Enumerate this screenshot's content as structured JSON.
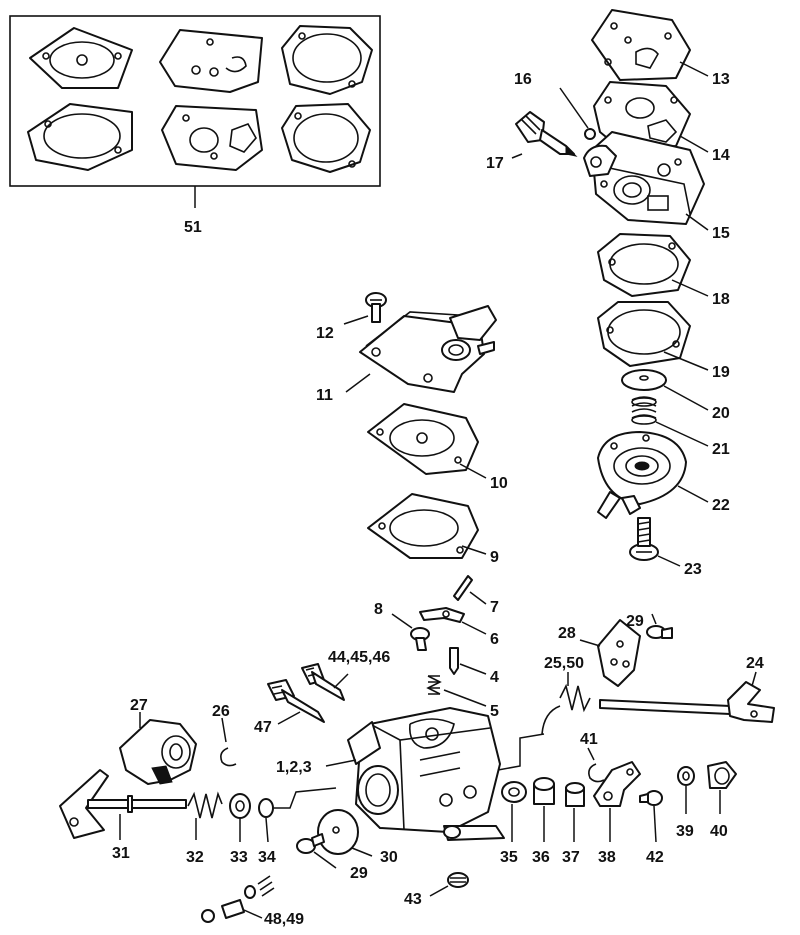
{
  "kit_box_label": "51",
  "callouts": {
    "c1_2_3": "1,2,3",
    "c4": "4",
    "c5": "5",
    "c6": "6",
    "c7": "7",
    "c8": "8",
    "c9": "9",
    "c10": "10",
    "c11": "11",
    "c12": "12",
    "c13": "13",
    "c14": "14",
    "c15": "15",
    "c16": "16",
    "c17": "17",
    "c18": "18",
    "c19": "19",
    "c20": "20",
    "c21": "21",
    "c22": "22",
    "c23": "23",
    "c24": "24",
    "c25_50": "25,50",
    "c26": "26",
    "c27": "27",
    "c28": "28",
    "c29a": "29",
    "c29b": "29",
    "c30": "30",
    "c31": "31",
    "c32": "32",
    "c33": "33",
    "c34": "34",
    "c35": "35",
    "c36": "36",
    "c37": "37",
    "c38": "38",
    "c39": "39",
    "c40": "40",
    "c41": "41",
    "c42": "42",
    "c43": "43",
    "c44_45_46": "44,45,46",
    "c47": "47",
    "c48_49": "48,49"
  }
}
